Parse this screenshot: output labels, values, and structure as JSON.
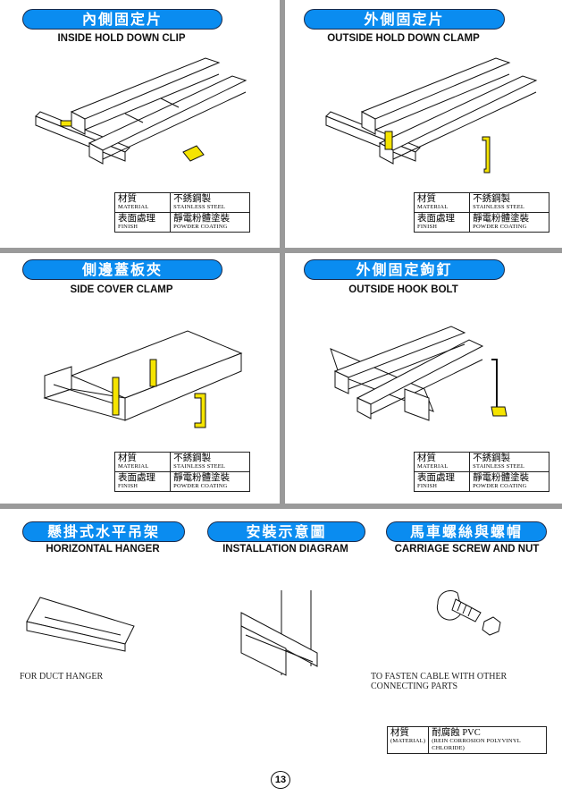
{
  "sections": [
    {
      "title_zh": "內側固定片",
      "title_en": "INSIDE HOLD DOWN CLIP",
      "spec": {
        "material_zh": "材質",
        "material_en": "MATERIAL",
        "material_val_zh": "不銹鋼製",
        "material_val_en": "STAINLESS STEEL",
        "finish_zh": "表面處理",
        "finish_en": "FINISH",
        "finish_val_zh": "靜電粉體塗裝",
        "finish_val_en": "POWDER COATING"
      }
    },
    {
      "title_zh": "外側固定片",
      "title_en": "OUTSIDE HOLD DOWN CLAMP",
      "spec": {
        "material_zh": "材質",
        "material_en": "MATERIAL",
        "material_val_zh": "不銹鋼製",
        "material_val_en": "STAINLESS STEEL",
        "finish_zh": "表面處理",
        "finish_en": "FINISH",
        "finish_val_zh": "靜電粉體塗裝",
        "finish_val_en": "POWDER COATING"
      }
    },
    {
      "title_zh": "側邊蓋板夾",
      "title_en": "SIDE COVER CLAMP",
      "spec": {
        "material_zh": "材質",
        "material_en": "MATERIAL",
        "material_val_zh": "不銹鋼製",
        "material_val_en": "STAINLESS STEEL",
        "finish_zh": "表面處理",
        "finish_en": "FINISH",
        "finish_val_zh": "靜電粉體塗裝",
        "finish_val_en": "POWDER COATING"
      }
    },
    {
      "title_zh": "外側固定鉤釘",
      "title_en": "OUTSIDE HOOK BOLT",
      "spec": {
        "material_zh": "材質",
        "material_en": "MATERIAL",
        "material_val_zh": "不銹鋼製",
        "material_val_en": "STAINLESS STEEL",
        "finish_zh": "表面處理",
        "finish_en": "FINISH",
        "finish_val_zh": "靜電粉體塗裝",
        "finish_val_en": "POWDER COATING"
      }
    },
    {
      "title_zh": "懸掛式水平吊架",
      "title_en": "HORIZONTAL HANGER",
      "note": "FOR DUCT HANGER"
    },
    {
      "title_zh": "安裝示意圖",
      "title_en": "INSTALLATION DIAGRAM"
    },
    {
      "title_zh": "馬車螺絲與螺帽",
      "title_en": "CARRIAGE SCREW AND NUT",
      "note": "TO FASTEN CABLE WITH OTHER CONNECTING PARTS",
      "spec": {
        "material_zh": "材質",
        "material_en": "(MATERIAL)",
        "material_val_zh": "耐腐蝕 PVC",
        "material_val_en": "(REIN CORROSION POLYVINYL CHLORIDE)"
      }
    }
  ],
  "page_number": "13",
  "colors": {
    "title_bg": "#0a8cf0",
    "part_yellow": "#f5e400",
    "divider": "#9a9a9a"
  }
}
